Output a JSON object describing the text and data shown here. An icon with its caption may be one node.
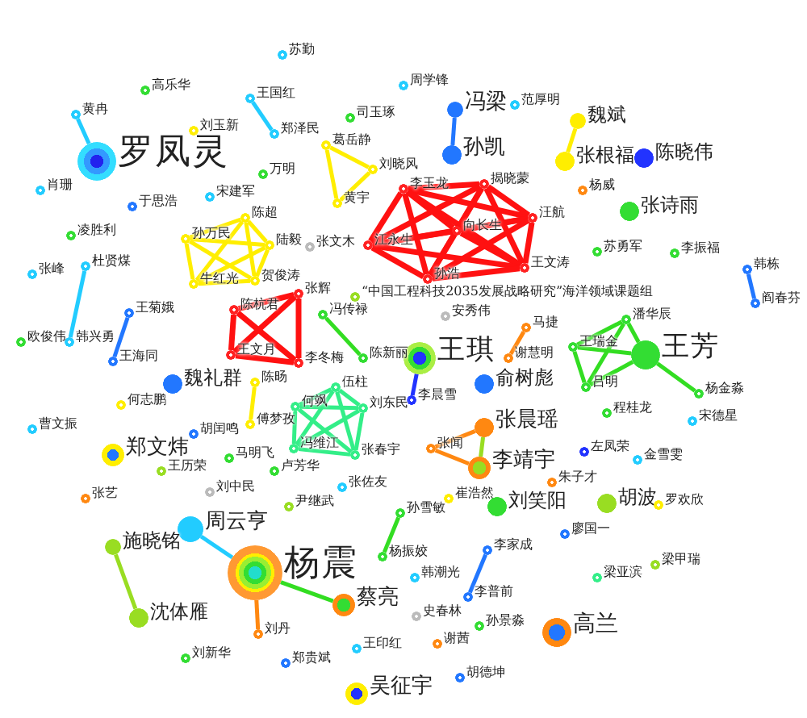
{
  "diagram": {
    "nodes": [
      {
        "text": [
          "苏勤"
        ]
      },
      {
        "text": [
          "高乐华"
        ]
      },
      {
        "text": [
          "周学锋"
        ]
      },
      {
        "text": [
          "王国红"
        ]
      },
      {
        "text": [
          "黄冉"
        ]
      },
      {
        "text": [
          "冯梁"
        ]
      },
      {
        "text": [
          "范厚明"
        ]
      },
      {
        "text": [
          "司玉琢"
        ]
      },
      {
        "text": [
          "魏斌"
        ]
      },
      {
        "text": [
          "刘玉新"
        ]
      },
      {
        "text": [
          "郑泽民"
        ]
      },
      {
        "text": [
          "葛岳静"
        ]
      },
      {
        "text": [
          "孙凯"
        ]
      },
      {
        "text": [
          "罗凤灵"
        ]
      },
      {
        "text": [
          "张根福"
        ]
      },
      {
        "text": [
          "陈晓伟"
        ]
      },
      {
        "text": [
          "刘晓风"
        ]
      },
      {
        "text": [
          "万明"
        ]
      },
      {
        "text": [
          "李玉龙"
        ]
      },
      {
        "text": [
          "揭晓蒙"
        ]
      },
      {
        "text": [
          "杨威"
        ]
      },
      {
        "text": [
          "肖珊"
        ]
      },
      {
        "text": [
          "宋建军"
        ]
      },
      {
        "text": [
          "黄宇"
        ]
      },
      {
        "text": [
          "于思浩"
        ]
      },
      {
        "text": [
          "张诗雨"
        ]
      },
      {
        "text": [
          "陈超"
        ]
      },
      {
        "text": [
          "汪航"
        ]
      },
      {
        "text": [
          "向长生"
        ]
      },
      {
        "text": [
          "凌胜利"
        ]
      },
      {
        "text": [
          "孙万民"
        ]
      },
      {
        "text": [
          "陆毅"
        ]
      },
      {
        "text": [
          "江永生"
        ]
      },
      {
        "text": [
          "张文木"
        ]
      },
      {
        "text": [
          "苏勇军"
        ]
      },
      {
        "text": [
          "李振福"
        ]
      },
      {
        "text": [
          "杜贤煤"
        ]
      },
      {
        "text": [
          "王文涛"
        ]
      },
      {
        "text": [
          "韩栋"
        ]
      },
      {
        "text": [
          "张峰"
        ]
      },
      {
        "text": [
          "孙浩"
        ]
      },
      {
        "text": [
          "贺俊涛"
        ]
      },
      {
        "text": [
          "牛红光"
        ]
      },
      {
        "text": [
          "张辉"
        ]
      },
      {
        "text": [
          "“中国工程科技2035发展战略研究”海洋领域课题组"
        ]
      },
      {
        "text": [
          "阎春芬"
        ]
      },
      {
        "text": [
          "陈杭君"
        ]
      },
      {
        "text": [
          "王菊娥"
        ]
      },
      {
        "text": [
          "冯传禄"
        ]
      },
      {
        "text": [
          "安秀伟"
        ]
      },
      {
        "text": [
          "潘华辰"
        ]
      },
      {
        "text": [
          "马捷"
        ]
      },
      {
        "text": [
          "欧俊伟"
        ]
      },
      {
        "text": [
          "韩兴勇"
        ]
      },
      {
        "text": [
          "王瑞金"
        ]
      },
      {
        "text": [
          "王文月"
        ]
      },
      {
        "text": [
          "王琪"
        ]
      },
      {
        "text": [
          "陈新丽"
        ]
      },
      {
        "text": [
          "谢慧明"
        ]
      },
      {
        "text": [
          "王芳"
        ]
      },
      {
        "text": [
          "王海同"
        ]
      },
      {
        "text": [
          "李冬梅"
        ]
      },
      {
        "text": [
          "陈旸"
        ]
      },
      {
        "text": [
          "魏礼群"
        ]
      },
      {
        "text": [
          "俞树彪"
        ]
      },
      {
        "text": [
          "伍柱"
        ]
      },
      {
        "text": [
          "吕明"
        ]
      },
      {
        "text": [
          "杨金淼"
        ]
      },
      {
        "text": [
          "李晨雪"
        ]
      },
      {
        "text": [
          "何志鹏"
        ]
      },
      {
        "text": [
          "何飒"
        ]
      },
      {
        "text": [
          "刘东民"
        ]
      },
      {
        "text": [
          "程桂龙"
        ]
      },
      {
        "text": [
          "宋德星"
        ]
      },
      {
        "text": [
          "傅梦孜"
        ]
      },
      {
        "text": [
          "张晨瑶"
        ]
      },
      {
        "text": [
          "曹文振"
        ]
      },
      {
        "text": [
          "胡闰鸣"
        ]
      },
      {
        "text": [
          "冯维江"
        ]
      },
      {
        "text": [
          "张闻"
        ]
      },
      {
        "text": [
          "左凤荣"
        ]
      },
      {
        "text": [
          "郑文炜"
        ]
      },
      {
        "text": [
          "张春宇"
        ]
      },
      {
        "text": [
          "马明飞"
        ]
      },
      {
        "text": [
          "金雪雯"
        ]
      },
      {
        "text": [
          "李靖宇"
        ]
      },
      {
        "text": [
          "王历荣"
        ]
      },
      {
        "text": [
          "卢芳华"
        ]
      },
      {
        "text": [
          "朱子才"
        ]
      },
      {
        "text": [
          "张佐友"
        ]
      },
      {
        "text": [
          "刘中民"
        ]
      },
      {
        "text": [
          "张艺"
        ]
      },
      {
        "text": [
          "崔浩然"
        ]
      },
      {
        "text": [
          "胡波"
        ]
      },
      {
        "text": [
          "罗欢欣"
        ]
      },
      {
        "text": [
          "尹继武"
        ]
      },
      {
        "text": [
          "刘笑阳"
        ]
      },
      {
        "text": [
          "孙雪敏"
        ]
      },
      {
        "text": [
          "周云亨"
        ]
      },
      {
        "text": [
          "廖国一"
        ]
      },
      {
        "text": [
          "施晓铭"
        ]
      },
      {
        "text": [
          "李家成"
        ]
      },
      {
        "text": [
          "杨振姣"
        ]
      },
      {
        "text": [
          "梁甲瑞"
        ]
      },
      {
        "text": [
          "杨震"
        ]
      },
      {
        "text": [
          "韩潮光"
        ]
      },
      {
        "text": [
          "梁亚滨"
        ]
      },
      {
        "text": [
          "李普前"
        ]
      },
      {
        "text": [
          "蔡亮"
        ]
      },
      {
        "text": [
          "史春林"
        ]
      },
      {
        "text": [
          "沈体雁"
        ]
      },
      {
        "text": [
          "孙景淼"
        ]
      },
      {
        "text": [
          "高兰"
        ]
      },
      {
        "text": [
          "刘丹"
        ]
      },
      {
        "text": [
          "谢茜"
        ]
      },
      {
        "text": [
          "王印红"
        ]
      },
      {
        "text": [
          "刘新华"
        ]
      },
      {
        "text": [
          "郑贵斌"
        ]
      },
      {
        "text": [
          "胡德坤"
        ]
      },
      {
        "text": [
          "吴征宇"
        ]
      }
    ],
    "edges": [
      {
        "from": 3,
        "to": 10,
        "arrow": "none",
        "color": "#22ccff"
      },
      {
        "from": 4,
        "to": 13,
        "arrow": "none",
        "color": "#22ccff"
      },
      {
        "from": 5,
        "to": 12,
        "arrow": "none",
        "color": "#2277ff"
      },
      {
        "from": 8,
        "to": 14,
        "arrow": "none",
        "color": "#ffee00"
      },
      {
        "from": 11,
        "to": 16,
        "arrow": "none",
        "color": "#ffee00"
      },
      {
        "from": 16,
        "to": 23,
        "arrow": "none",
        "color": "#ffee00"
      },
      {
        "from": 11,
        "to": 23,
        "arrow": "none",
        "color": "#ffee00"
      },
      {
        "from": 18,
        "to": 19,
        "arrow": "none"
      },
      {
        "from": 18,
        "to": 27,
        "arrow": "none"
      },
      {
        "from": 18,
        "to": 28,
        "arrow": "none"
      },
      {
        "from": 18,
        "to": 32,
        "arrow": "none"
      },
      {
        "from": 18,
        "to": 37,
        "arrow": "none"
      },
      {
        "from": 18,
        "to": 40,
        "arrow": "none"
      },
      {
        "from": 19,
        "to": 27,
        "arrow": "none"
      },
      {
        "from": 19,
        "to": 28,
        "arrow": "none"
      },
      {
        "from": 19,
        "to": 32,
        "arrow": "none"
      },
      {
        "from": 19,
        "to": 37,
        "arrow": "none"
      },
      {
        "from": 19,
        "to": 40,
        "arrow": "none"
      },
      {
        "from": 27,
        "to": 28,
        "arrow": "none"
      },
      {
        "from": 27,
        "to": 32,
        "arrow": "none"
      },
      {
        "from": 27,
        "to": 37,
        "arrow": "none"
      },
      {
        "from": 27,
        "to": 40,
        "arrow": "none"
      },
      {
        "from": 28,
        "to": 32,
        "arrow": "none"
      },
      {
        "from": 28,
        "to": 37,
        "arrow": "none"
      },
      {
        "from": 28,
        "to": 40,
        "arrow": "none"
      },
      {
        "from": 32,
        "to": 37,
        "arrow": "none"
      },
      {
        "from": 32,
        "to": 40,
        "arrow": "none"
      },
      {
        "from": 37,
        "to": 40,
        "arrow": "none"
      },
      {
        "from": 30,
        "to": 26,
        "arrow": "none",
        "color": "#ffee00"
      },
      {
        "from": 30,
        "to": 31,
        "arrow": "none",
        "color": "#ffee00"
      },
      {
        "from": 30,
        "to": 41,
        "arrow": "none",
        "color": "#ffee00"
      },
      {
        "from": 30,
        "to": 42,
        "arrow": "none",
        "color": "#ffee00"
      },
      {
        "from": 26,
        "to": 31,
        "arrow": "none",
        "color": "#ffee00"
      },
      {
        "from": 26,
        "to": 41,
        "arrow": "none",
        "color": "#ffee00"
      },
      {
        "from": 26,
        "to": 42,
        "arrow": "none",
        "color": "#ffee00"
      },
      {
        "from": 31,
        "to": 41,
        "arrow": "none",
        "color": "#ffee00"
      },
      {
        "from": 31,
        "to": 42,
        "arrow": "none",
        "color": "#ffee00"
      },
      {
        "from": 41,
        "to": 42,
        "arrow": "none",
        "color": "#ffee00"
      },
      {
        "from": 46,
        "to": 43,
        "arrow": "none"
      },
      {
        "from": 46,
        "to": 55,
        "arrow": "none"
      },
      {
        "from": 46,
        "to": 61,
        "arrow": "none"
      },
      {
        "from": 43,
        "to": 55,
        "arrow": "none"
      },
      {
        "from": 43,
        "to": 61,
        "arrow": "none"
      },
      {
        "from": 55,
        "to": 61,
        "arrow": "none"
      },
      {
        "from": 36,
        "to": 53,
        "arrow": "none",
        "color": "#22ccff"
      },
      {
        "from": 47,
        "to": 60,
        "arrow": "none",
        "color": "#2277ff"
      },
      {
        "from": 38,
        "to": 45,
        "arrow": "none",
        "color": "#2277ff"
      },
      {
        "from": 48,
        "to": 57,
        "arrow": "none",
        "color": "#33dd22"
      },
      {
        "from": 51,
        "to": 58,
        "arrow": "none",
        "color": "#ff8811"
      },
      {
        "from": 56,
        "to": 68,
        "arrow": "none",
        "color": "#2233ff"
      },
      {
        "from": 50,
        "to": 54,
        "arrow": "none",
        "color": "#33dd22"
      },
      {
        "from": 50,
        "to": 59,
        "arrow": "none",
        "color": "#33dd22"
      },
      {
        "from": 50,
        "to": 66,
        "arrow": "none",
        "color": "#33dd22"
      },
      {
        "from": 54,
        "to": 59,
        "arrow": "none",
        "color": "#33dd22"
      },
      {
        "from": 54,
        "to": 66,
        "arrow": "none",
        "color": "#33dd22"
      },
      {
        "from": 59,
        "to": 66,
        "arrow": "none",
        "color": "#33dd22"
      },
      {
        "from": 59,
        "to": 67,
        "arrow": "none",
        "color": "#33dd22"
      },
      {
        "from": 62,
        "to": 74,
        "arrow": "none",
        "color": "#ffee00"
      },
      {
        "from": 65,
        "to": 70,
        "arrow": "none",
        "color": "#33ee88"
      },
      {
        "from": 65,
        "to": 71,
        "arrow": "none",
        "color": "#33ee88"
      },
      {
        "from": 65,
        "to": 78,
        "arrow": "none",
        "color": "#33ee88"
      },
      {
        "from": 65,
        "to": 82,
        "arrow": "none",
        "color": "#33ee88"
      },
      {
        "from": 70,
        "to": 71,
        "arrow": "none",
        "color": "#33ee88"
      },
      {
        "from": 70,
        "to": 78,
        "arrow": "none",
        "color": "#33ee88"
      },
      {
        "from": 70,
        "to": 82,
        "arrow": "none",
        "color": "#33ee88"
      },
      {
        "from": 71,
        "to": 78,
        "arrow": "none",
        "color": "#33ee88"
      },
      {
        "from": 71,
        "to": 82,
        "arrow": "none",
        "color": "#33ee88"
      },
      {
        "from": 78,
        "to": 82,
        "arrow": "none",
        "color": "#33ee88"
      },
      {
        "from": 79,
        "to": 75,
        "arrow": "none",
        "color": "#ff8811"
      },
      {
        "from": 79,
        "to": 85,
        "arrow": "none",
        "color": "#ff8811"
      },
      {
        "from": 75,
        "to": 85,
        "arrow": "none",
        "color": "#99dd22"
      },
      {
        "from": 97,
        "to": 102,
        "arrow": "none",
        "color": "#33dd22"
      },
      {
        "from": 101,
        "to": 107,
        "arrow": "none",
        "color": "#2277ff"
      },
      {
        "from": 98,
        "to": 104,
        "arrow": "none",
        "color": "#22ccff"
      },
      {
        "from": 104,
        "to": 113,
        "arrow": "none",
        "color": "#ff8811"
      },
      {
        "from": 104,
        "to": 108,
        "arrow": "none",
        "color": "#33dd22"
      },
      {
        "from": 100,
        "to": 110,
        "arrow": "none",
        "color": "#99dd22"
      }
    ]
  }
}
